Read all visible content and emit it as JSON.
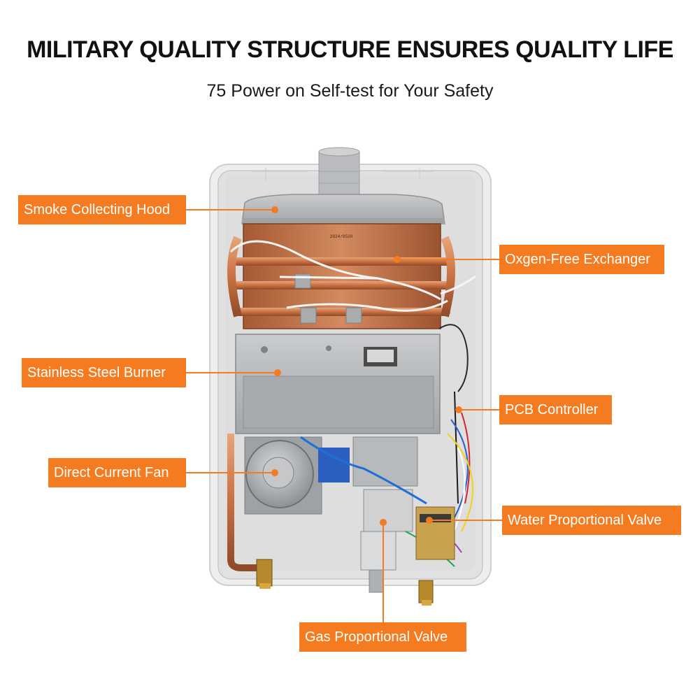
{
  "headline": "MILITARY QUALITY STRUCTURE ENSURES QUALITY LIFE",
  "subheadline": "75 Power on Self-test for Your Safety",
  "accent_color": "#f47b20",
  "callouts": {
    "smoke_hood": "Smoke Collecting Hood",
    "exchanger": "Oxgen-Free Exchanger",
    "burner": "Stainless Steel Burner",
    "pcb": "PCB Controller",
    "fan": "Direct Current Fan",
    "water_valve": "Water Proportional Valve",
    "gas_valve": "Gas Proportional Valve"
  }
}
